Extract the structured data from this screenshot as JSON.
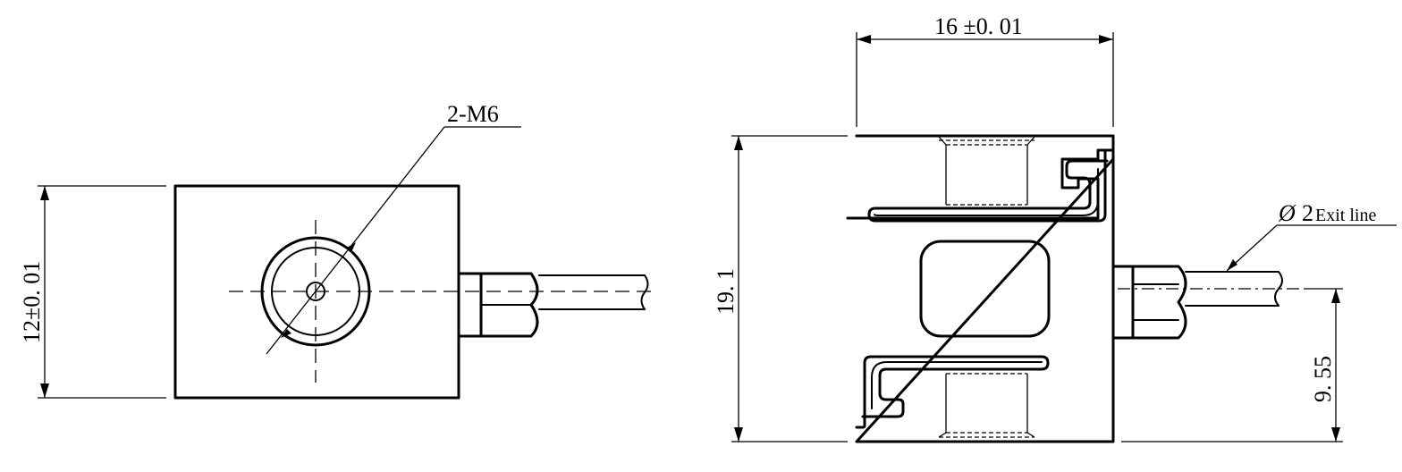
{
  "left_view": {
    "thread_callout": "2-M6",
    "height_dimension": "12±0. 01"
  },
  "right_view": {
    "width_dimension": "16 ±0. 01",
    "height_dimension": "19. 1",
    "cable_offset_dimension": "9. 55",
    "cable_callout_symbol": "Ø",
    "cable_callout_value": "2",
    "cable_callout_text": "Exit line"
  }
}
